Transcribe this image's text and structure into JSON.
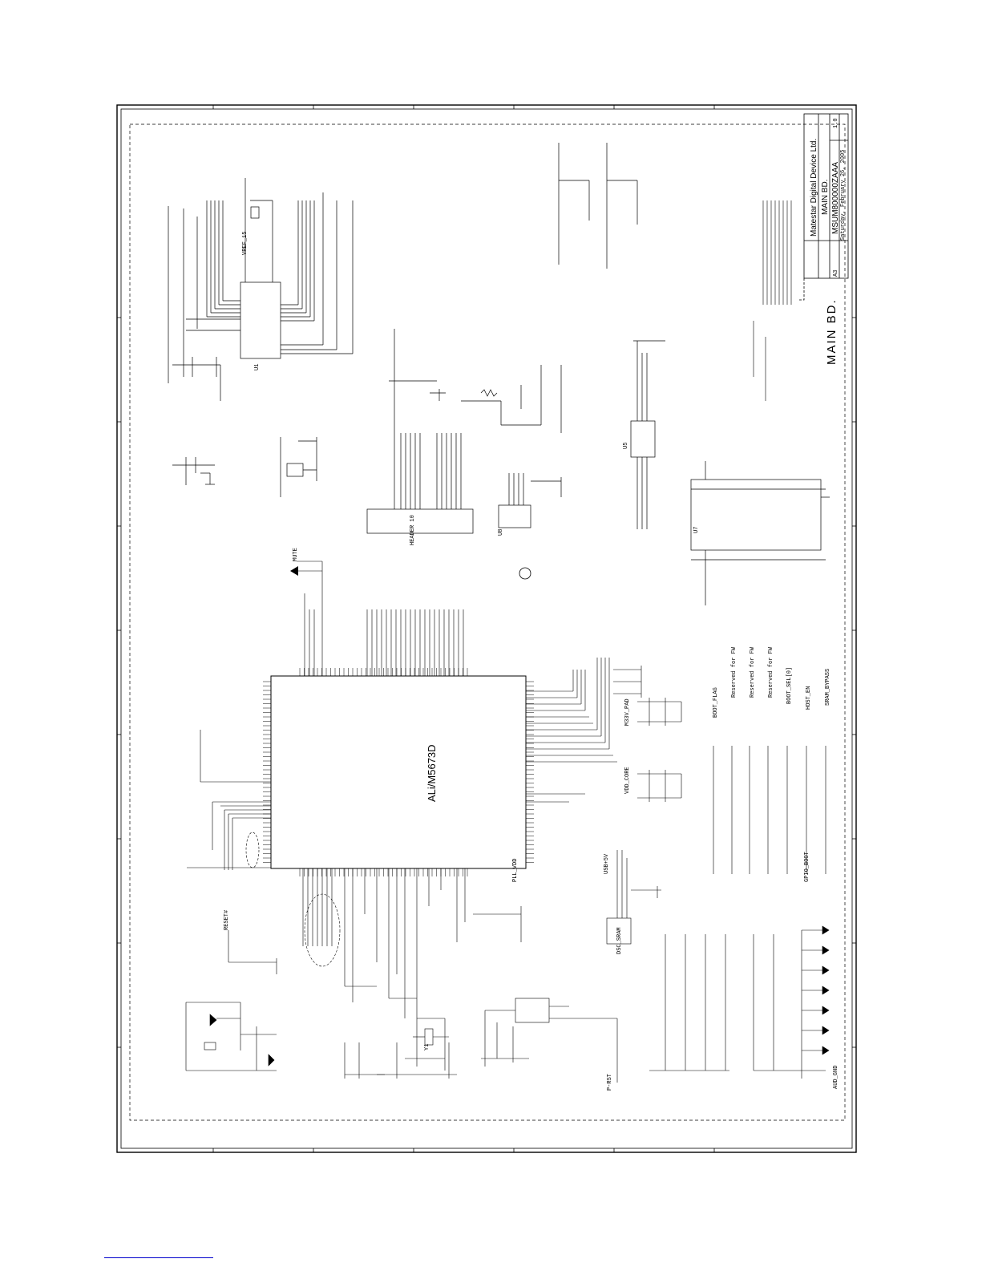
{
  "title_block": {
    "company": "Matestar Digital Device Ltd.",
    "board": "MAIN BD.",
    "doc_number": "MSUM800000ZAAA",
    "size": "A3",
    "revision": "1.0",
    "date_label": "Saturday, February 26, 2005"
  },
  "board_label": "MAIN BD.",
  "chips": {
    "main_soc": "ALi/M5673D",
    "audio_codec": "U1",
    "flash": "U8",
    "sdram": "U7",
    "vga": "U5",
    "crystal": "Y1"
  },
  "nets": {
    "vref": "VREF_15",
    "pll_vdd": "PLL_VDD",
    "hdr": "HEADER 10",
    "usb": "USB+5V",
    "mute": "MUTE",
    "dsc": "DSC_SRAM",
    "reset": "RESET#",
    "pw_rst": "P-RST",
    "vdd_core": "VDD_CORE",
    "m33v": "M33V_PAD",
    "aud_gnd": "AUD_GND",
    "gpio_boot": "GPIO_BOOT"
  },
  "notes": {
    "fw1": "Reserved for FW",
    "fw2": "Reserved for FW",
    "fw3": "Reserved for FW",
    "boot": "BOOT_SEL[0]",
    "host": "HOST_EN",
    "sram": "SRAM_BYPASS",
    "boot_flag": "BOOT_FLAG"
  }
}
